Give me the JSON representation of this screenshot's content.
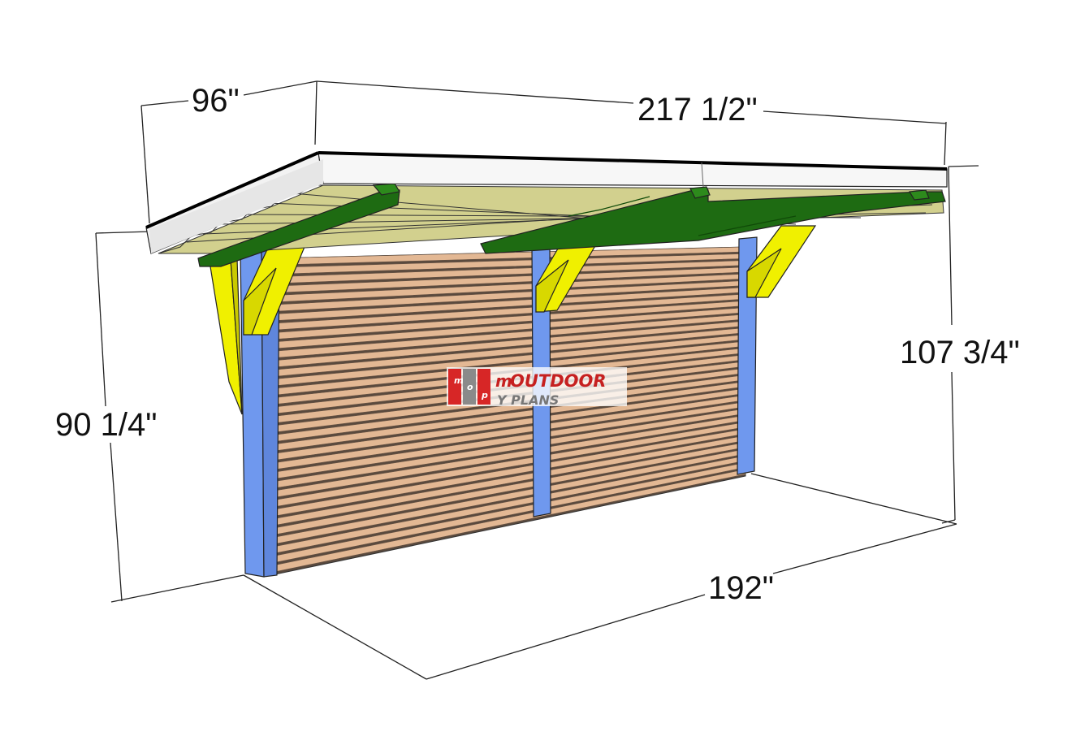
{
  "dimensions": {
    "width_top": "217 1/2\"",
    "depth_top": "96\"",
    "height_back": "107 3/4\"",
    "height_front": "90 1/4\"",
    "length_bottom": "192\""
  },
  "watermark": {
    "line1": "OUTDOOR",
    "line2": "Y PLANS",
    "logo_letters": [
      "m",
      "o",
      "p"
    ]
  },
  "colors": {
    "roof_sheet": "#f2f2f2",
    "rafters": "#d2d08e",
    "beam": "#1e6b12",
    "posts": "#6f98ee",
    "braces": "#f0f000",
    "slats": "#e3b894",
    "slat_gap": "#5a4a3e"
  }
}
